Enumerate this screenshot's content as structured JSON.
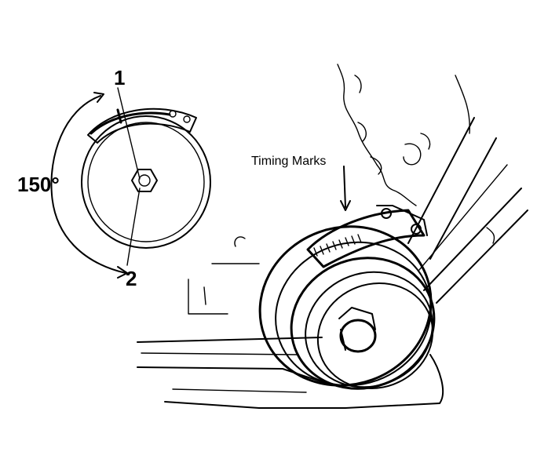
{
  "labels": {
    "mark_1": "1",
    "mark_2": "2",
    "angle": "150°",
    "timing_marks": "Timing Marks"
  },
  "colors": {
    "ink": "#000000",
    "paper": "#ffffff"
  }
}
